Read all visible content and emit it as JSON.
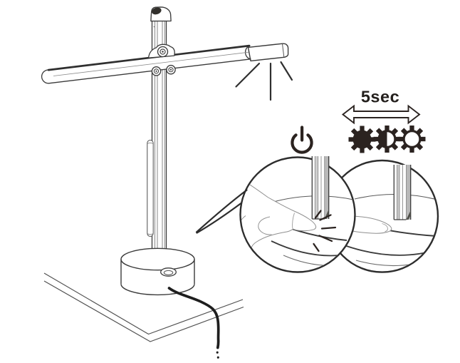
{
  "figure": {
    "duration_label": "5sec"
  },
  "icons": {
    "power": "power-icon",
    "slide_duration_arrow": "double-headed-arrow-icon",
    "brightness": [
      {
        "name": "brightness-high-icon",
        "style": "filled"
      },
      {
        "name": "brightness-medium-icon",
        "style": "half-filled"
      },
      {
        "name": "brightness-low-icon",
        "style": "outline"
      }
    ],
    "light_rays": "light-rays-icon",
    "press_burst": "press-burst-icon"
  },
  "colors": {
    "background": "#ffffff",
    "outline": "#3a3a3a",
    "ink": "#2b2320",
    "hand_line": "#8f8f8f",
    "shade_gray": "#c9c9c9"
  }
}
